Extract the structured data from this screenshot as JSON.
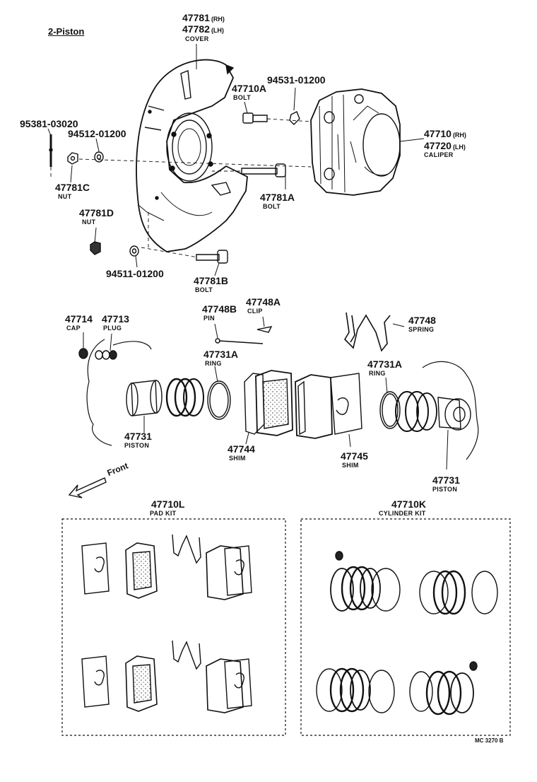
{
  "header": {
    "title": "2-Piston"
  },
  "parts": {
    "cover": {
      "pn_rh": "47781",
      "sfx_rh": "(RH)",
      "pn_lh": "47782",
      "sfx_lh": "(LH)",
      "name": "COVER"
    },
    "bolt_a0": {
      "pn": "47710A",
      "name": "BOLT"
    },
    "clip_94531": {
      "pn": "94531-01200"
    },
    "caliper": {
      "pn_rh": "47710",
      "sfx_rh": "(RH)",
      "pn_lh": "47720",
      "sfx_lh": "(LH)",
      "name": "CALIPER"
    },
    "pin_95381": {
      "pn": "95381-03020"
    },
    "washer_94512": {
      "pn": "94512-01200"
    },
    "nut_c": {
      "pn": "47781C",
      "name": "NUT"
    },
    "bolt_a": {
      "pn": "47781A",
      "name": "BOLT"
    },
    "nut_d": {
      "pn": "47781D",
      "name": "NUT"
    },
    "washer_94511": {
      "pn": "94511-01200"
    },
    "bolt_b": {
      "pn": "47781B",
      "name": "BOLT"
    },
    "cap": {
      "pn": "47714",
      "name": "CAP"
    },
    "plug": {
      "pn": "47713",
      "name": "PLUG"
    },
    "pin": {
      "pn": "47748B",
      "name": "PIN"
    },
    "clip": {
      "pn": "47748A",
      "name": "CLIP"
    },
    "spring": {
      "pn": "47748",
      "name": "SPRING"
    },
    "ring_left": {
      "pn": "47731A",
      "name": "RING"
    },
    "ring_right": {
      "pn": "47731A",
      "name": "RING"
    },
    "piston_left": {
      "pn": "47731",
      "name": "PISTON"
    },
    "shim_left": {
      "pn": "47744",
      "name": "SHIM"
    },
    "shim_right": {
      "pn": "47745",
      "name": "SHIM"
    },
    "piston_right": {
      "pn": "47731",
      "name": "PISTON"
    }
  },
  "front": {
    "label": "Front"
  },
  "kits": {
    "pad": {
      "pn": "47710L",
      "name": "PAD KIT"
    },
    "cylinder": {
      "pn": "47710K",
      "name": "CYLINDER KIT"
    }
  },
  "footer": {
    "ref": "MC 3270 B"
  }
}
